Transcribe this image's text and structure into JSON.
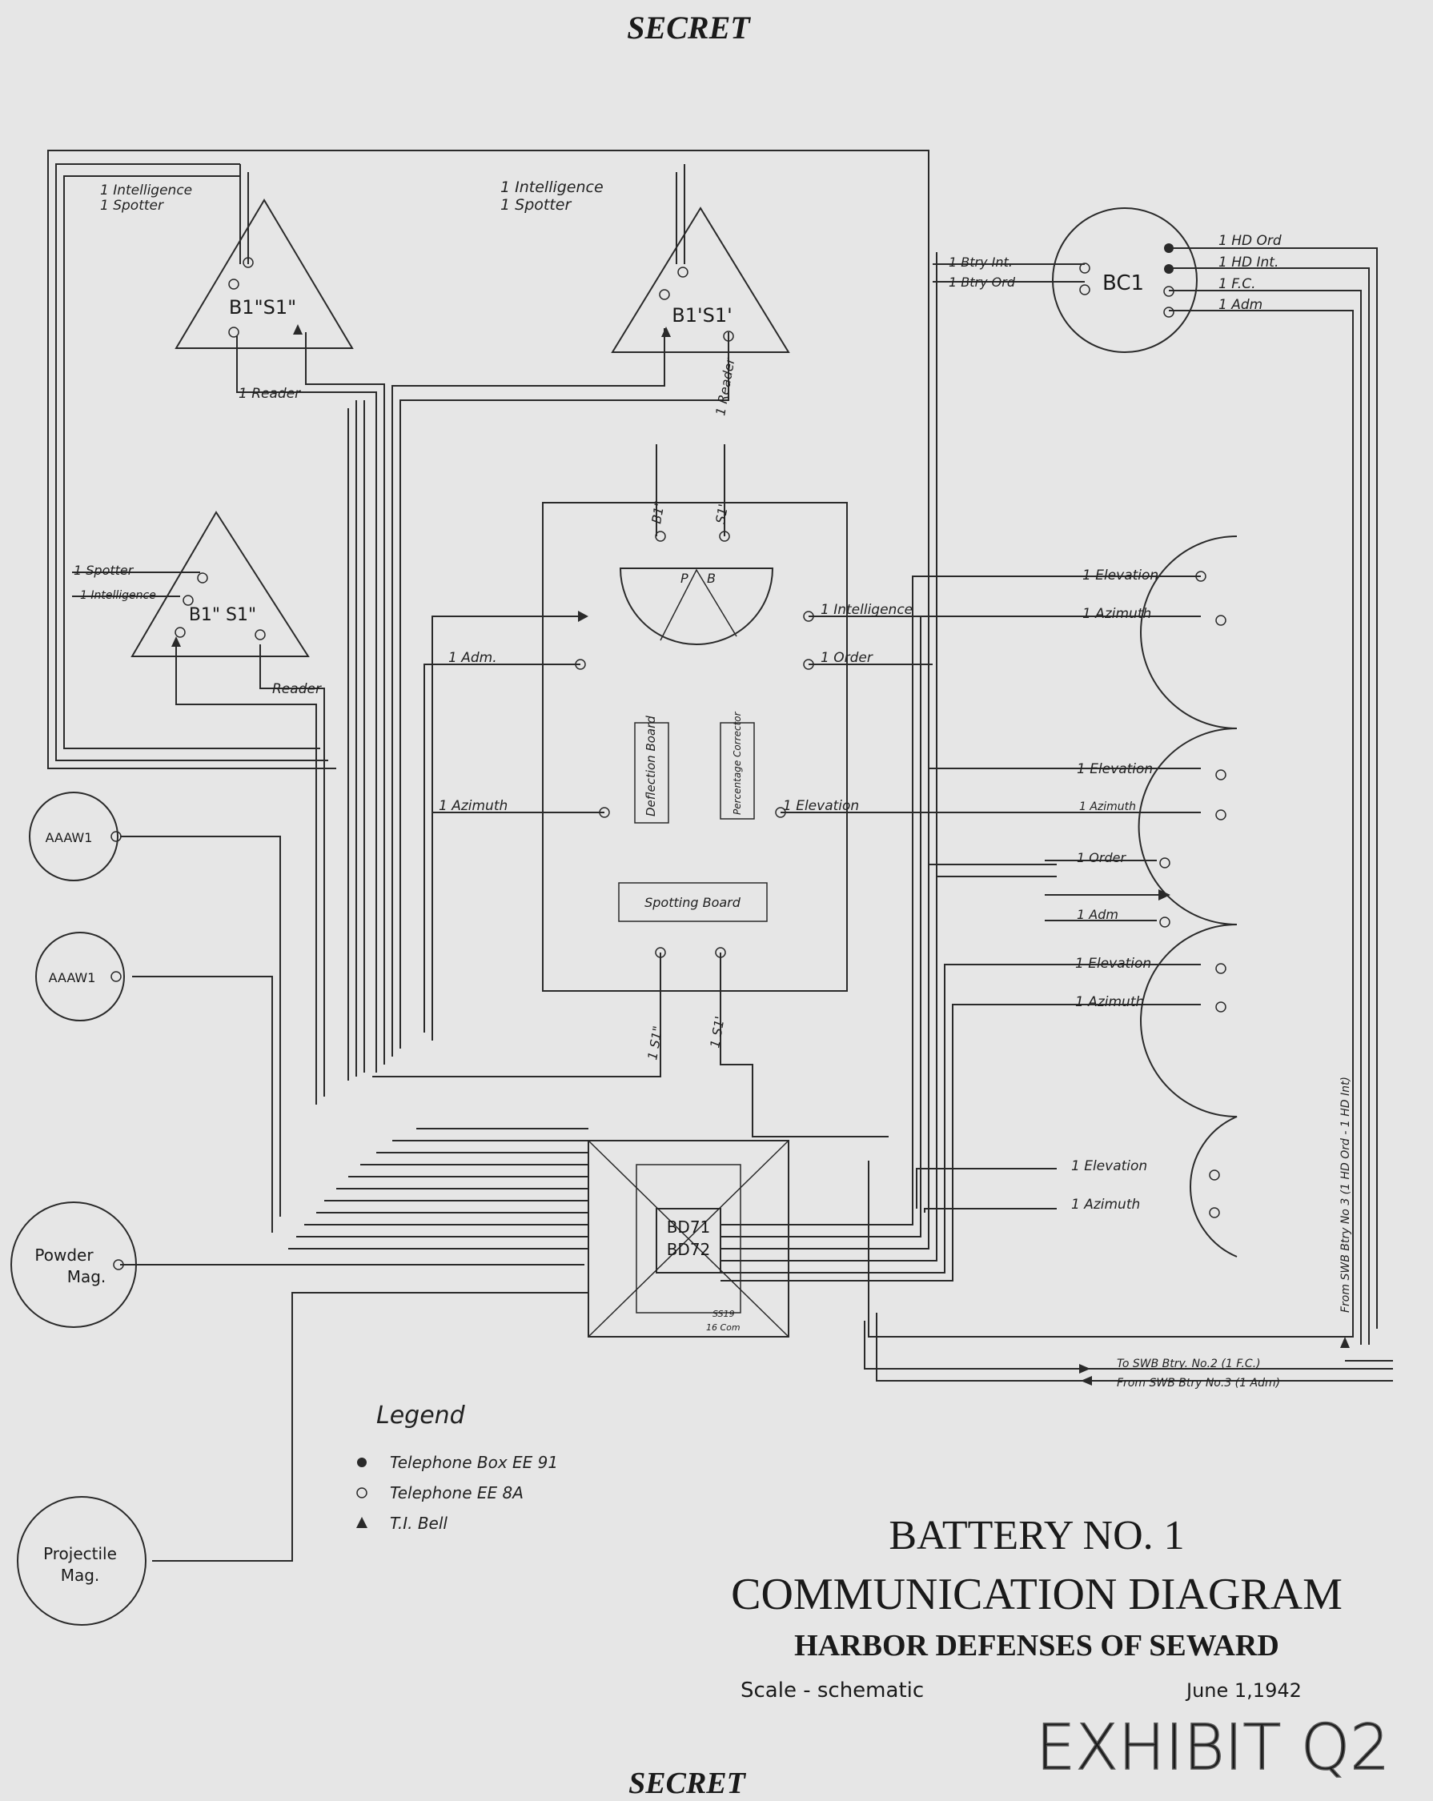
{
  "classification": "SECRET",
  "title": {
    "line1": "BATTERY NO. 1",
    "line2": "COMMUNICATION DIAGRAM",
    "line3": "HARBOR DEFENSES OF SEWARD",
    "scale": "Scale - schematic",
    "date": "June 1,1942",
    "exhibit": "EXHIBIT Q2"
  },
  "legend": {
    "heading": "Legend",
    "items": [
      {
        "symbol": "filled-circle",
        "label": "Telephone Box EE 91"
      },
      {
        "symbol": "open-circle",
        "label": "Telephone EE 8A"
      },
      {
        "symbol": "triangle",
        "label": "T.I. Bell"
      }
    ]
  },
  "stations": {
    "b1s1_top_left": {
      "label": "B1\"S1\"",
      "intelligence": "1 Intelligence",
      "spotter": "1 Spotter",
      "reader": "1 Reader"
    },
    "b1s1_top_mid": {
      "label": "B1'S1'",
      "intelligence": "1 Intelligence",
      "spotter": "1 Spotter",
      "reader": "1 Reader"
    },
    "b1s1_left": {
      "label": "B1\" S1\"",
      "spotter": "1 Spotter",
      "intelligence": "1 Intelligence",
      "reader": "Reader"
    },
    "bc1": {
      "label": "BC1",
      "btry_int": "1 Btry Int.",
      "btry_ord": "1 Btry Ord",
      "hd_ord": "1 HD Ord",
      "hd_int": "1 HD Int.",
      "fc": "1 F.C.",
      "adm": "1 Adm"
    },
    "aaaw_top": {
      "label": "AAAW1"
    },
    "aaaw_bottom": {
      "label": "AAAW1"
    },
    "powder_mag": {
      "line1": "Powder",
      "line2": "Mag."
    },
    "projectile_mag": {
      "line1": "Projectile",
      "line2": "Mag."
    }
  },
  "plotting_room": {
    "top_b": "B1\"",
    "top_s": "S1'",
    "p": "P",
    "b": "B",
    "intelligence": "1 Intelligence",
    "order": "1 Order",
    "adm": "1 Adm.",
    "azimuth": "1 Azimuth",
    "elevation": "1 Elevation",
    "deflection_board": "Deflection Board",
    "percentage_corrector": "Percentage Corrector",
    "spotting_board": "Spotting Board",
    "bottom_s1": "1 S1\"",
    "bottom_s2": "1 S1'"
  },
  "switchboard": {
    "line1": "BD71",
    "line2": "BD72",
    "ss": "SS19",
    "com": "16 Com"
  },
  "guns": {
    "gun1_elev": "1 Elevation",
    "gun1_az": "1 Azimuth",
    "gun2_elev": "1 Elevation",
    "gun2_az": "1 Azimuth",
    "order": "1 Order",
    "adm": "1 Adm",
    "gun3_elev": "1 Elevation",
    "gun3_az": "1 Azimuth",
    "gun4_elev": "1 Elevation",
    "gun4_az": "1 Azimuth"
  },
  "external": {
    "to_swb": "To SWB Btry. No.2 (1 F.C.)",
    "from_swb": "From SWB Btry No.3 (1 Adm)",
    "from_swb_vertical": "From SWB Btry No 3 (1 HD Ord - 1 HD Int)"
  },
  "colors": {
    "paper": "#e6e6e6",
    "ink": "#2a2a2a"
  }
}
